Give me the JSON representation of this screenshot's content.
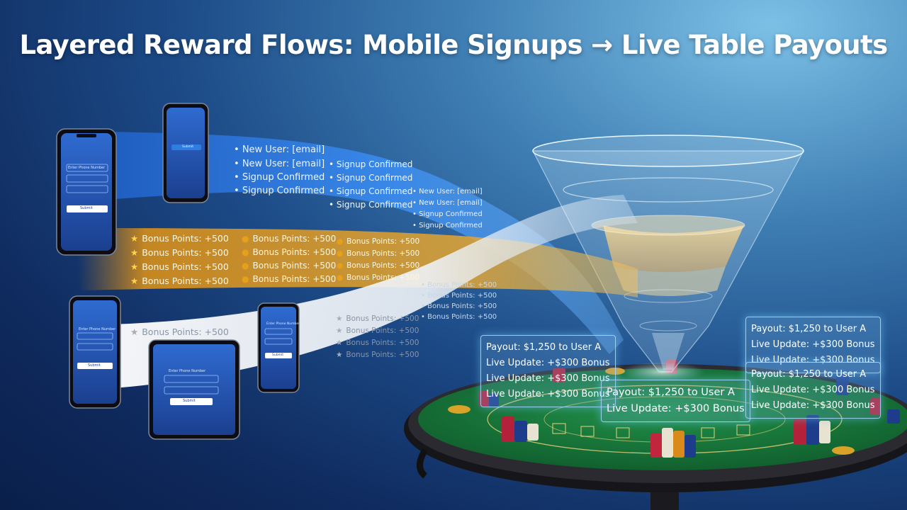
{
  "title": "Layered Reward Flows: Mobile Signups → Live Table Payouts",
  "icons": [
    "phone-icon",
    "tablet-icon",
    "star-icon",
    "coin-icon",
    "funnel-graphic",
    "casino-table-graphic",
    "chip-stack-icon"
  ],
  "colors": {
    "signup_stream": "#2f7de0",
    "bonus_stream": "#d99a22",
    "white_stream": "#e8edf3",
    "card_glow": "#6ec8ff",
    "felt": "#1a7a3c"
  },
  "signup_stream": {
    "col1": [
      "New User: [email]",
      "New User: [email]",
      "Signup Confirmed",
      "Signup Confirmed"
    ],
    "col2": [
      "Signup Confirmed",
      "Signup Confirmed",
      "Signup Confirmed",
      "Signup Confirmed"
    ],
    "col3": [
      "New User: [email]",
      "New User: [email]",
      "Signup Confirmed",
      "Signup Confirmed"
    ]
  },
  "bonus_stream": {
    "col1": [
      "Bonus Points: +500",
      "Bonus Points: +500",
      "Bonus Points: +500",
      "Bonus Points: +500"
    ],
    "col2": [
      "Bonus Points: +500",
      "Bonus Points: +500",
      "Bonus Points: +500",
      "Bonus Points: +500"
    ],
    "col3": [
      "Bonus Points: +500",
      "Bonus Points: +500",
      "Bonus Points: +500",
      "Bonus Points: +500"
    ]
  },
  "white_stream": {
    "lead": "Bonus Points: +500",
    "col2": [
      "Bonus Points: +500",
      "Bonus Points: +500",
      "Bonus Points: +500",
      "Bonus Points: +500"
    ],
    "col3": [
      "Bonus Points: +500",
      "Bonus Points: +500",
      "Bonus Points: +500",
      "Bonus Points: +500"
    ]
  },
  "devices": {
    "field_label": "Enter Phone Number",
    "submit_label": "Submit"
  },
  "cards": {
    "left": [
      "Payout: $1,250 to User A",
      "Live Update: +$300 Bonus",
      "Live Update: +$300 Bonus",
      "Live Update: +$300 Bonus"
    ],
    "center": [
      "Payout: $1,250 to User A",
      "Live Update: +$300 Bonus"
    ],
    "right_top": [
      "Payout: $1,250 to User A",
      "Live Update: +$300 Bonus",
      "Live Update: +$300 Bonus"
    ],
    "right_bottom": [
      "Payout: $1,250 to User A",
      "Live Update: +$300 Bonus",
      "Live Update: +$300 Bonus"
    ]
  }
}
